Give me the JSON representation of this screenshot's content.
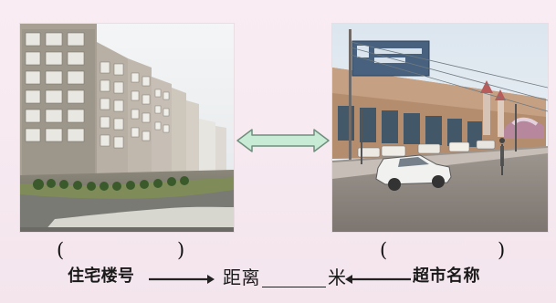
{
  "parentheses": {
    "open": "(",
    "close": ")"
  },
  "bottom_text": {
    "residence": "住宅楼号",
    "distance": "距离",
    "meter": "米",
    "market_name": "超市名称"
  },
  "colors": {
    "background": "#f6e8ef",
    "arrow_fill": "#c8ebd6",
    "arrow_stroke": "#6f8f7d",
    "text": "#1a1a1a"
  }
}
